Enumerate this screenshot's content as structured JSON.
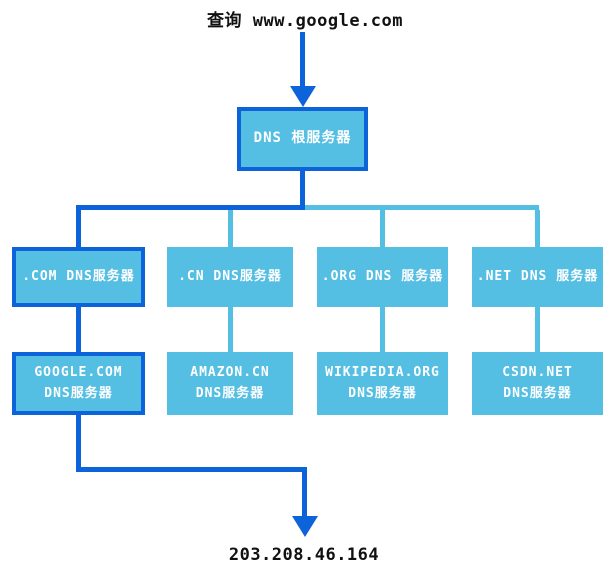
{
  "diagram": {
    "query_label": "查询 www.google.com",
    "root_server": {
      "label": "DNS 根服务器"
    },
    "tld_servers": [
      {
        "label": ".COM DNS服务器",
        "highlighted": true
      },
      {
        "label": ".CN DNS服务器",
        "highlighted": false
      },
      {
        "label": ".ORG DNS 服务器",
        "highlighted": false
      },
      {
        "label": ".NET DNS 服务器",
        "highlighted": false
      }
    ],
    "authoritative_servers": [
      {
        "line1": "GOOGLE.COM",
        "line2": "DNS服务器",
        "highlighted": true
      },
      {
        "line1": "AMAZON.CN",
        "line2": "DNS服务器",
        "highlighted": false
      },
      {
        "line1": "WIKIPEDIA.ORG",
        "line2": "DNS服务器",
        "highlighted": false
      },
      {
        "line1": "CSDN.NET",
        "line2": "DNS服务器",
        "highlighted": false
      }
    ],
    "result_ip": "203.208.46.164",
    "colors": {
      "highlight_path": "#0d64da",
      "normal_path": "#54bee3",
      "box_fill": "#54bee3",
      "box_text": "#ffffff",
      "label_text": "#111111"
    }
  }
}
